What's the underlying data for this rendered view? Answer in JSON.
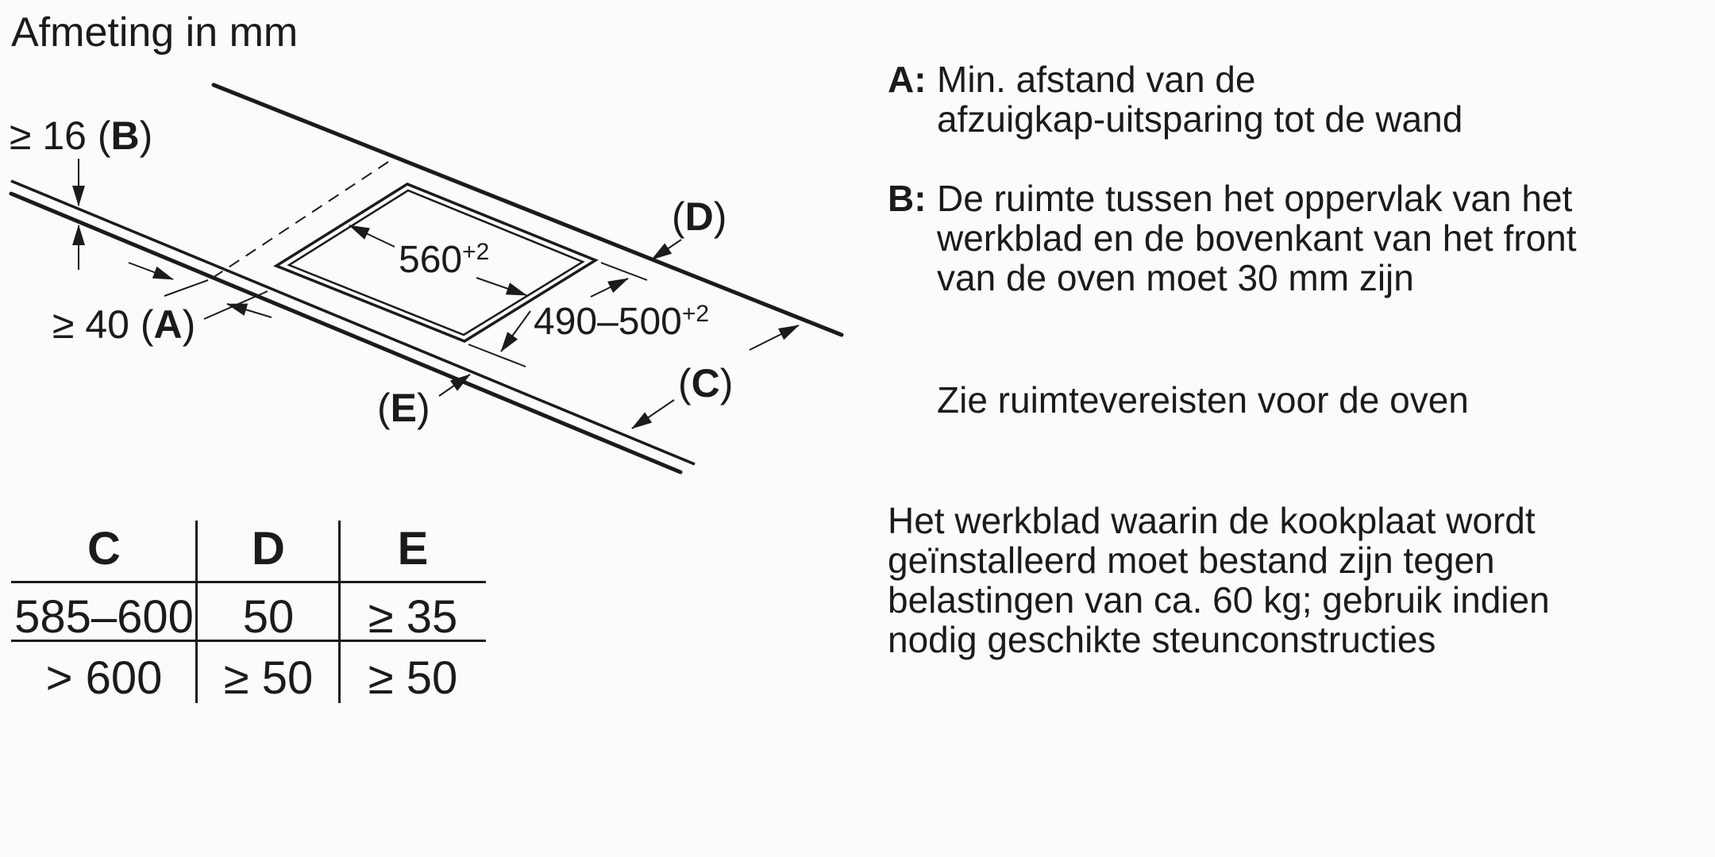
{
  "title": "Afmeting in mm",
  "diagram": {
    "dim_b": {
      "prefix": "≥ 16 (",
      "letter": "B",
      "suffix": ")"
    },
    "dim_a": {
      "prefix": "≥ 40 (",
      "letter": "A",
      "suffix": ")"
    },
    "dim_width": {
      "value": "560",
      "tolerance": "+2"
    },
    "dim_depth": {
      "value": "490–500",
      "tolerance": "+2"
    },
    "label_d": {
      "prefix": "(",
      "letter": "D",
      "suffix": ")"
    },
    "label_c": {
      "prefix": "(",
      "letter": "C",
      "suffix": ")"
    },
    "label_e": {
      "prefix": "(",
      "letter": "E",
      "suffix": ")"
    }
  },
  "table": {
    "headers": [
      "C",
      "D",
      "E"
    ],
    "rows": [
      [
        "585–600",
        "50",
        "≥ 35"
      ],
      [
        "> 600",
        "≥ 50",
        "≥ 50"
      ]
    ]
  },
  "notes": {
    "a": {
      "label": "A:",
      "lines": [
        "Min. afstand van de",
        "afzuigkap-uitsparing tot de wand"
      ]
    },
    "b": {
      "label": "B:",
      "lines": [
        "De ruimte tussen het oppervlak van het",
        "werkblad en de bovenkant van het front",
        "van de oven moet 30 mm zijn"
      ]
    },
    "see": "Zie ruimtevereisten voor de oven",
    "load": {
      "lines": [
        "Het werkblad waarin de kookplaat wordt",
        "geïnstalleerd moet bestand zijn tegen",
        "belastingen van ca. 60 kg; gebruik indien",
        "nodig geschikte steunconstructies"
      ]
    }
  },
  "colors": {
    "ink": "#1b1b1b",
    "background": "#fbfbfb"
  }
}
